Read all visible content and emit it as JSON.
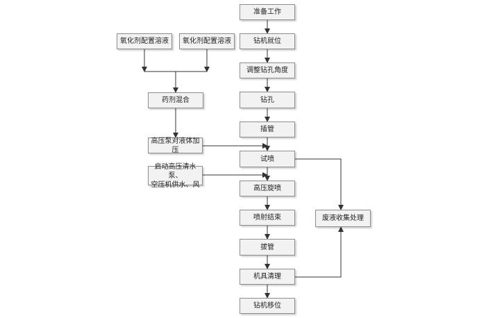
{
  "main_flow": [
    "准备工作",
    "钻机就位",
    "调整钻孔角度",
    "钻孔",
    "插管",
    "试喷",
    "高压旋喷",
    "喷射结束",
    "拔管",
    "机具清理",
    "钻机移位"
  ],
  "oxidant_a": "氧化剂配置溶液",
  "oxidant_b": "氧化剂配置溶液",
  "mixing": "药剂混合",
  "pump_pressurize": "高压泵对液体加压",
  "start_pump_line1": "启动高压清水泵、",
  "start_pump_line2": "空压机供水、风",
  "waste": "废液收集处理"
}
